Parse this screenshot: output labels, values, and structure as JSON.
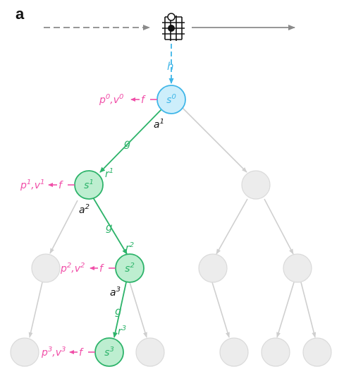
{
  "panel_label": "a",
  "colors": {
    "green": "#2db36a",
    "green_fill": "#bdeed0",
    "blue": "#3fb6e8",
    "blue_fill": "#cdeefb",
    "pink": "#f04fa8",
    "gray": "#cfcfcf",
    "gray_fill": "#ececec",
    "dark_gray": "#8a8a8a"
  },
  "representation_fn": "h",
  "dynamics_fn": "g",
  "prediction_fn": "f",
  "nodes": {
    "s0": {
      "base": "s",
      "sup": "0"
    },
    "s1": {
      "base": "s",
      "sup": "1"
    },
    "s2": {
      "base": "s",
      "sup": "2"
    },
    "s3": {
      "base": "s",
      "sup": "3"
    }
  },
  "predictions": [
    {
      "p": "p",
      "v": "v",
      "sup": "0"
    },
    {
      "p": "p",
      "v": "v",
      "sup": "1"
    },
    {
      "p": "p",
      "v": "v",
      "sup": "2"
    },
    {
      "p": "p",
      "v": "v",
      "sup": "3"
    }
  ],
  "actions": [
    {
      "base": "a",
      "sup": "1"
    },
    {
      "base": "a",
      "sup": "2"
    },
    {
      "base": "a",
      "sup": "3"
    }
  ],
  "rewards": [
    {
      "base": "r",
      "sup": "1"
    },
    {
      "base": "r",
      "sup": "2"
    },
    {
      "base": "r",
      "sup": "3"
    }
  ]
}
